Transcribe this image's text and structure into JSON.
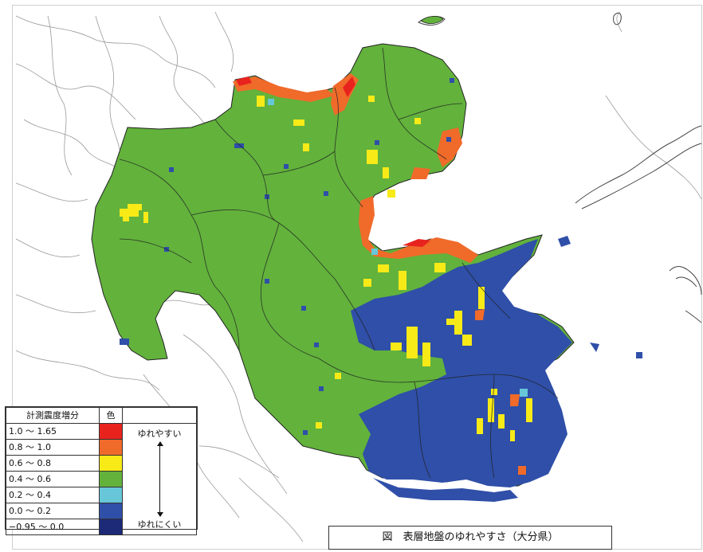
{
  "legend": {
    "header_range": "計測震度増分",
    "header_color": "色",
    "note_top": "ゆれやすい",
    "note_bottom": "ゆれにくい",
    "rows": [
      {
        "range": "1.0 〜 1.65",
        "color": "#e8231e"
      },
      {
        "range": "0.8 〜 1.0",
        "color": "#f06a2a"
      },
      {
        "range": "0.6 〜 0.8",
        "color": "#f7ea17"
      },
      {
        "range": "0.4 〜 0.6",
        "color": "#62b23c"
      },
      {
        "range": "0.2 〜 0.4",
        "color": "#67c7d9"
      },
      {
        "range": "0.0 〜 0.2",
        "color": "#2f4fa8"
      },
      {
        "range": "−0.95 〜 0.0",
        "color": "#1c2a78"
      }
    ]
  },
  "caption": "図　表層地盤のゆれやすさ（大分県）",
  "colors": {
    "very_high": "#e8231e",
    "high": "#f06a2a",
    "mid_high": "#f7ea17",
    "mid": "#62b23c",
    "low_mid": "#67c7d9",
    "low": "#2f4fa8",
    "very_low": "#1c2a78",
    "boundary": "#222222",
    "outside_boundary": "#9a9a9a"
  }
}
